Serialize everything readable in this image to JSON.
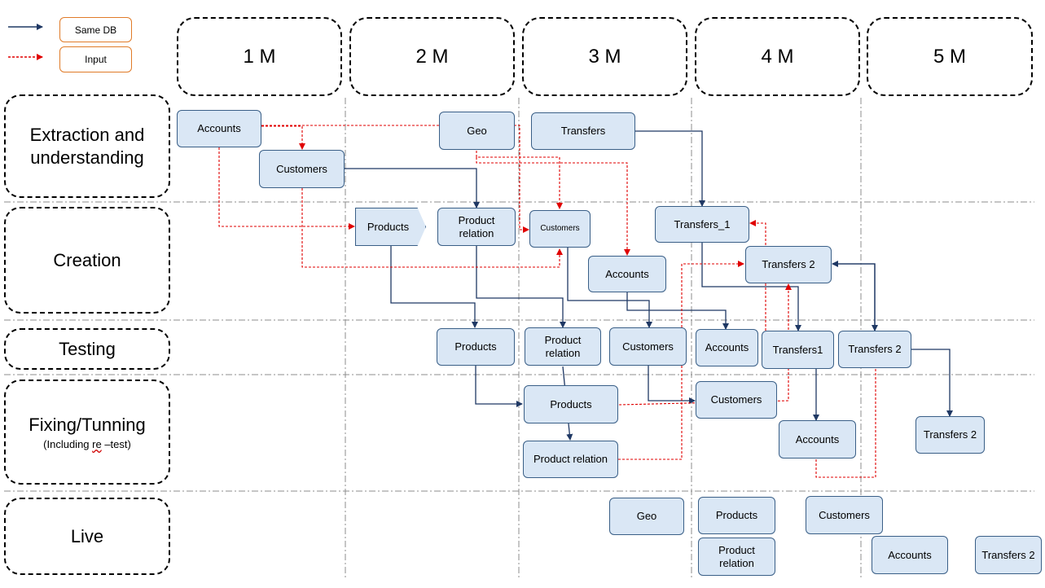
{
  "legend": {
    "same_db": "Same DB",
    "input": "Input",
    "same_db_color": "#1f3864",
    "input_color": "#e00000"
  },
  "months": [
    "1 M",
    "2 M",
    "3 M",
    "4 M",
    "5 M"
  ],
  "phases": {
    "extraction": "Extraction and understanding",
    "creation": "Creation",
    "testing": "Testing",
    "fixing": "Fixing/Tunning",
    "fixing_sub_a": "(Including ",
    "fixing_sub_b": "re",
    "fixing_sub_c": " –test)",
    "live": "Live"
  },
  "nodes": {
    "ext_accounts": "Accounts",
    "ext_customers": "Customers",
    "ext_geo": "Geo",
    "ext_transfers": "Transfers",
    "cre_products": "Products",
    "cre_product_relation": "Product relation",
    "cre_customers": "Customers",
    "cre_accounts": "Accounts",
    "cre_transfers_1": "Transfers_1",
    "cre_transfers_2": "Transfers 2",
    "tst_products": "Products",
    "tst_product_relation": "Product relation",
    "tst_customers": "Customers",
    "tst_accounts": "Accounts",
    "tst_transfers1": "Transfers1",
    "tst_transfers_2": "Transfers 2",
    "fix_products": "Products",
    "fix_product_relation": "Product relation",
    "fix_customers": "Customers",
    "fix_accounts": "Accounts",
    "fix_transfers_2": "Transfers 2",
    "live_geo": "Geo",
    "live_products": "Products",
    "live_product_relation": "Product relation",
    "live_customers": "Customers",
    "live_accounts": "Accounts",
    "live_transfers_2": "Transfers 2"
  }
}
